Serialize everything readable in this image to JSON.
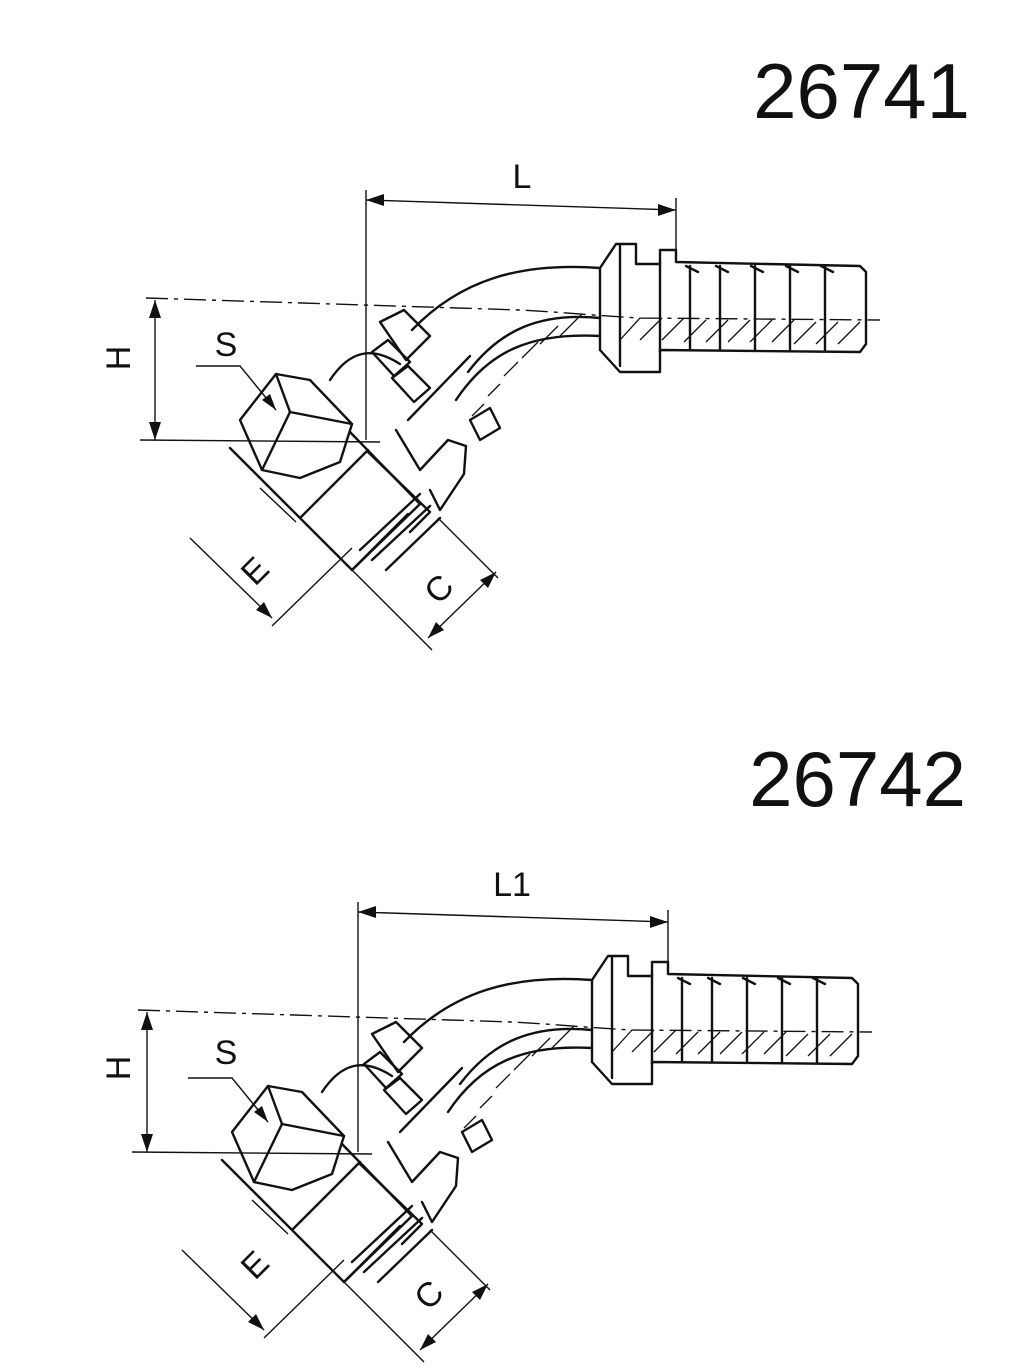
{
  "drawings": [
    {
      "part_number": "26741",
      "dimensions": {
        "length": "L",
        "height": "H",
        "hex": "S",
        "thread": "E",
        "cut": "C"
      }
    },
    {
      "part_number": "26742",
      "dimensions": {
        "length": "L1",
        "height": "H",
        "hex": "S",
        "thread": "E",
        "cut": "C"
      }
    }
  ]
}
